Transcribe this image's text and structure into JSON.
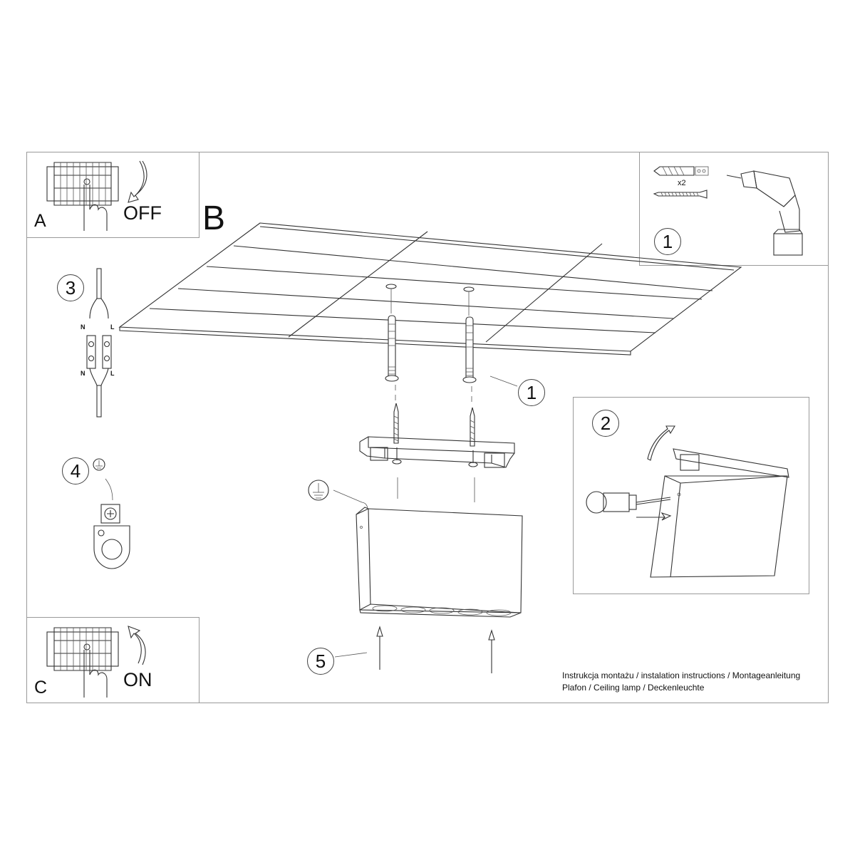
{
  "document": {
    "type": "Assembly instruction sheet",
    "caption": {
      "line1": "Instrukcja montażu / instalation instructions / Montageanleitung",
      "line2": "Plafon / Ceiling lamp / Deckenleuchte"
    }
  },
  "panels": {
    "A": {
      "letter": "A",
      "action": "OFF",
      "icon": "circuit-breaker-icon",
      "arrow": "down"
    },
    "C": {
      "letter": "C",
      "action": "ON",
      "icon": "circuit-breaker-icon",
      "arrow": "up"
    },
    "tools": {
      "step": "1",
      "quantity": "x2",
      "items": [
        "wall-plug-icon",
        "screw-icon",
        "drill-icon"
      ]
    },
    "step2": {
      "step": "2",
      "description_icon": "cable-gland-insertion"
    }
  },
  "main": {
    "letter": "B",
    "steps": [
      {
        "number": "1",
        "label": "wall plugs and screws into ceiling"
      },
      {
        "number": "3",
        "wire_labels": [
          "N",
          "L",
          "N",
          "L"
        ]
      },
      {
        "number": "4",
        "symbol": "ground-symbol"
      },
      {
        "number": "5",
        "label": "push lamp body up onto mounting bracket"
      }
    ],
    "lamp": {
      "light_openings": 5
    }
  },
  "colors": {
    "line": "#333333",
    "frame": "#9a9a9a",
    "background": "#ffffff"
  }
}
